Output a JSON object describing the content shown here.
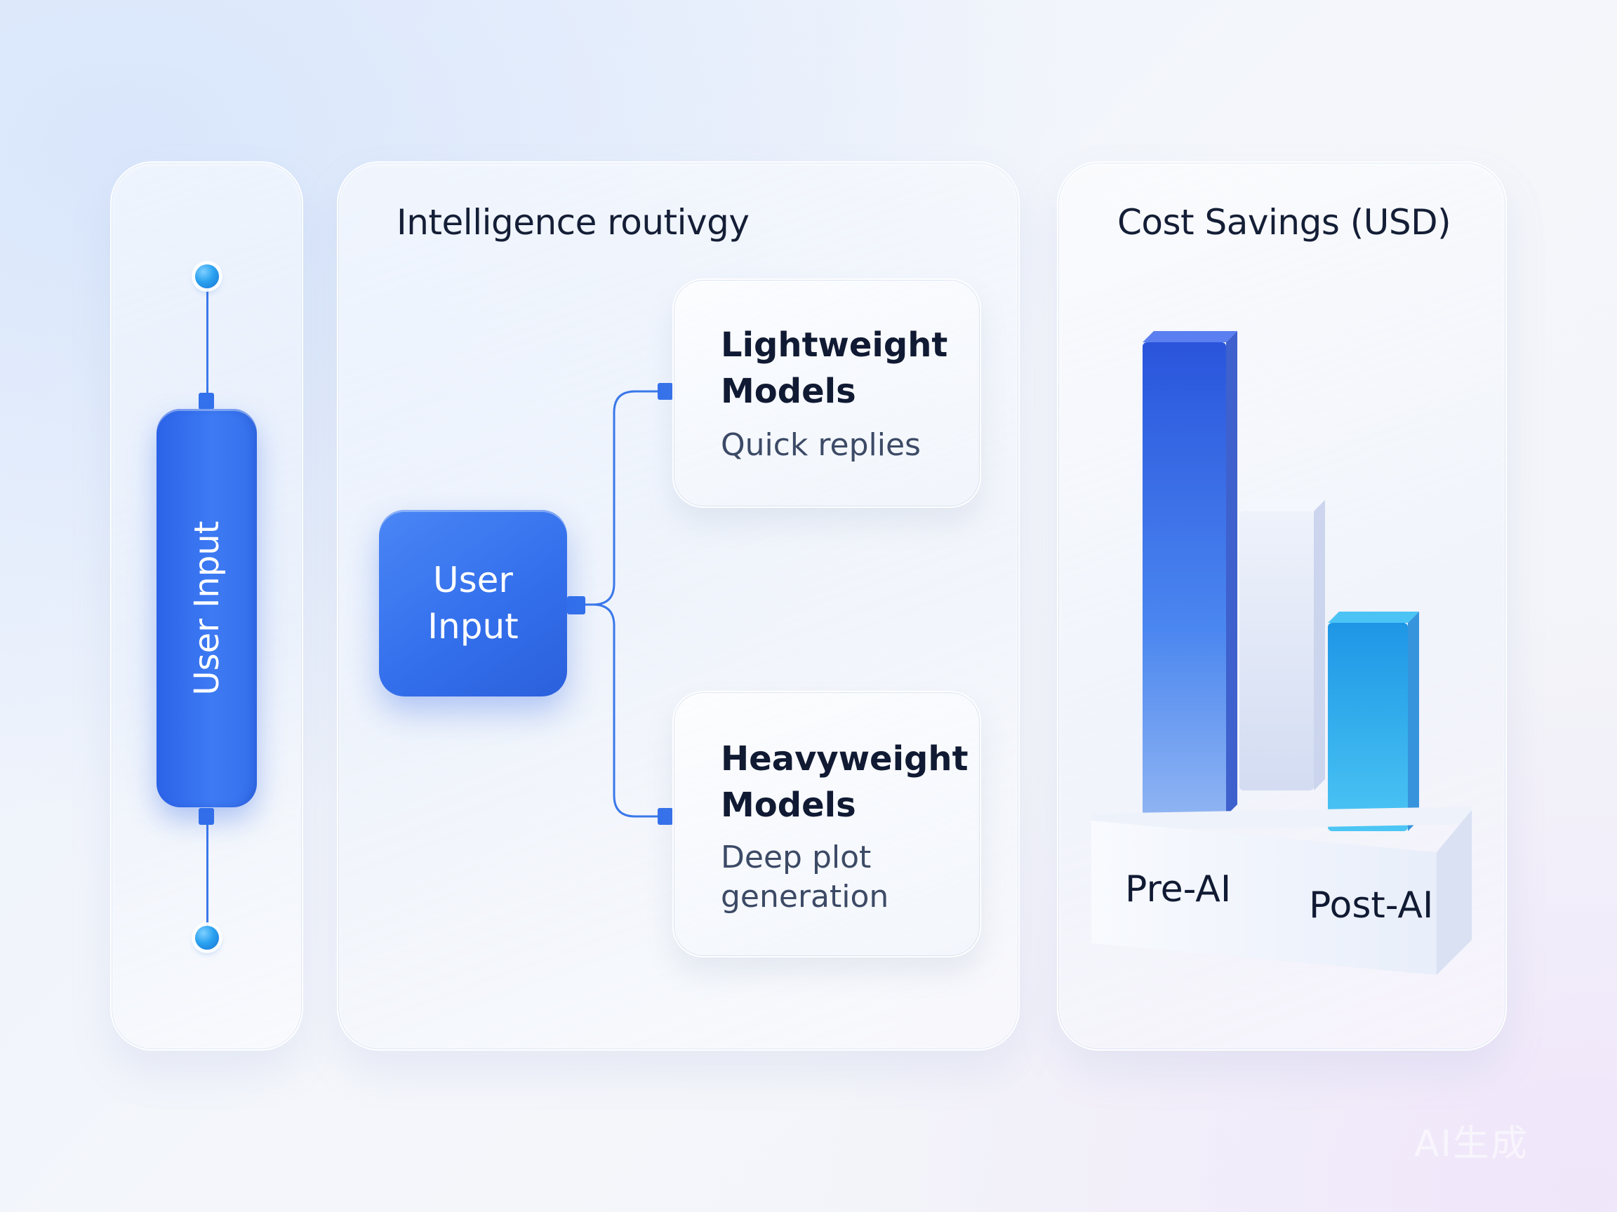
{
  "left_panel": {
    "pill_label": "User Input"
  },
  "routing_panel": {
    "title": "Intelligence routivgy",
    "input_box_label": "User Input",
    "lightweight": {
      "title": "Lightweight Models",
      "description": "Quick replies"
    },
    "heavyweight": {
      "title": "Heavyweight Models",
      "description": "Deep plot generation"
    }
  },
  "savings_panel": {
    "title": "Cost Savings (USD)"
  },
  "chart_data": {
    "type": "bar",
    "title": "Cost Savings (USD)",
    "categories": [
      "Pre-AI",
      "Post-AI"
    ],
    "bars": [
      {
        "category": "Pre-AI",
        "value": 100,
        "color": "#2f5fe0"
      },
      {
        "category": "Pre-AI",
        "value": 59,
        "color": "#dfe6f6"
      },
      {
        "category": "Post-AI",
        "value": 44,
        "color": "#2aa6ec"
      }
    ],
    "xlabel": "",
    "ylabel": "",
    "grid": false,
    "legend": "none"
  },
  "watermark": "AI生成",
  "colors": {
    "accent_blue": "#3470ec",
    "connector_line": "#3a78ea",
    "dot_cyan": "#2ba2f0"
  }
}
